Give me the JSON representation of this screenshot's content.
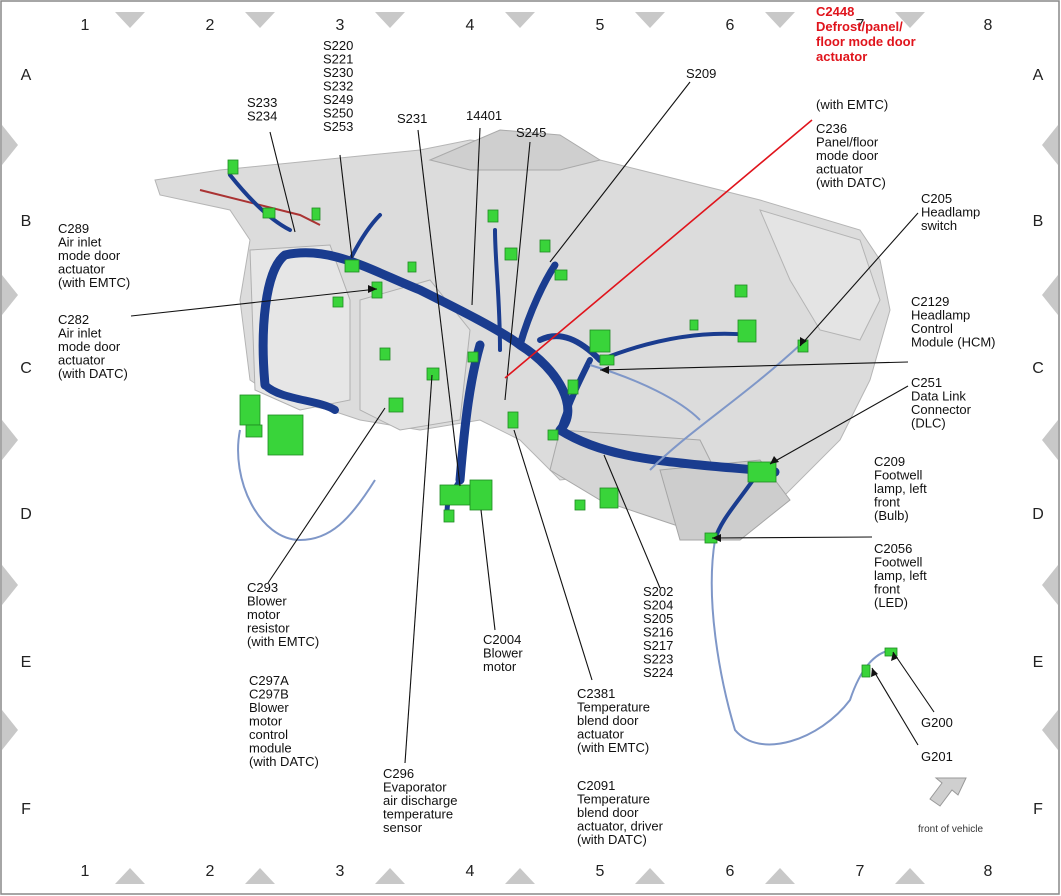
{
  "grid": {
    "columns": [
      "1",
      "2",
      "3",
      "4",
      "5",
      "6",
      "7",
      "8"
    ],
    "rows": [
      "A",
      "B",
      "C",
      "D",
      "E",
      "F"
    ]
  },
  "labels": {
    "s233": [
      "S233",
      "S234"
    ],
    "s220": [
      "S220",
      "S221",
      "S230",
      "S232",
      "S249",
      "S250",
      "S253"
    ],
    "s231": [
      "S231"
    ],
    "n14401": [
      "14401"
    ],
    "s245": [
      "S245"
    ],
    "s209": [
      "S209"
    ],
    "c2448_red": [
      "C2448",
      "Defrost/panel/",
      "floor mode door",
      "actuator"
    ],
    "c2448_note": [
      "(with EMTC)"
    ],
    "c236": [
      "C236",
      "Panel/floor",
      "mode door",
      "actuator",
      "(with DATC)"
    ],
    "c205": [
      "C205",
      "Headlamp",
      "switch"
    ],
    "c289": [
      "C289",
      "Air inlet",
      "mode door",
      "actuator",
      "(with EMTC)"
    ],
    "c282": [
      "C282",
      "Air inlet",
      "mode door",
      "actuator",
      "(with DATC)"
    ],
    "c2129": [
      "C2129",
      "Headlamp",
      "Control",
      "Module (HCM)"
    ],
    "c251": [
      "C251",
      "Data Link",
      "Connector",
      "(DLC)"
    ],
    "c209": [
      "C209",
      "Footwell",
      "lamp, left",
      "front",
      "(Bulb)"
    ],
    "c2056": [
      "C2056",
      "Footwell",
      "lamp, left",
      "front",
      "(LED)"
    ],
    "c293": [
      "C293",
      "Blower",
      "motor",
      "resistor",
      "(with EMTC)"
    ],
    "c297": [
      "C297A",
      "C297B",
      "Blower",
      "motor",
      "control",
      "module",
      "(with DATC)"
    ],
    "c296": [
      "C296",
      "Evaporator",
      "air discharge",
      "temperature",
      "sensor"
    ],
    "c2004": [
      "C2004",
      "Blower",
      "motor"
    ],
    "c2381": [
      "C2381",
      "Temperature",
      "blend door",
      "actuator",
      "(with EMTC)"
    ],
    "c2091": [
      "C2091",
      "Temperature",
      "blend door",
      "actuator, driver",
      "(with DATC)"
    ],
    "s202": [
      "S202",
      "S204",
      "S205",
      "S216",
      "S217",
      "S223",
      "S224"
    ],
    "g200": [
      "G200"
    ],
    "g201": [
      "G201"
    ],
    "front": [
      "front of vehicle"
    ]
  },
  "colors": {
    "harness": "#1a3c8f",
    "connector": "#39d43a",
    "body": "#d9d9d9",
    "red_callout": "#e0141c"
  }
}
